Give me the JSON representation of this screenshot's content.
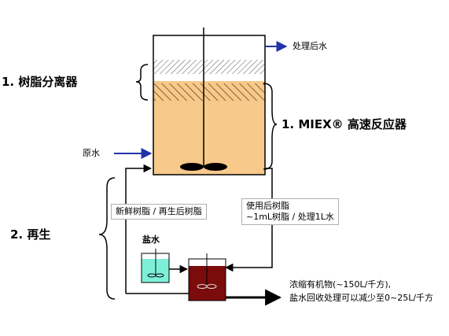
{
  "labels": {
    "resin_separator": "1. 树脂分离器",
    "miex_reactor": "1. MIEX® 高速反应器",
    "regeneration": "2. 再生",
    "treated_water": "处理后水",
    "raw_water": "原水",
    "brine": "盐水",
    "fresh_resin": "新鲜树脂 / 再生后树脂",
    "used_resin_line1": "使用后树脂",
    "used_resin_line2": "~1mL树脂 / 处理1L水",
    "concentrate_line1": "浓缩有机物(~150L/千方),",
    "concentrate_line2": "盐水回收处理可以减少至0~25L/千方"
  },
  "colors": {
    "reactor_fill": "#f7c98a",
    "brine_fill": "#7ff0d8",
    "regen_fill": "#7a0c0c",
    "arrow_blue": "#2234a8"
  }
}
